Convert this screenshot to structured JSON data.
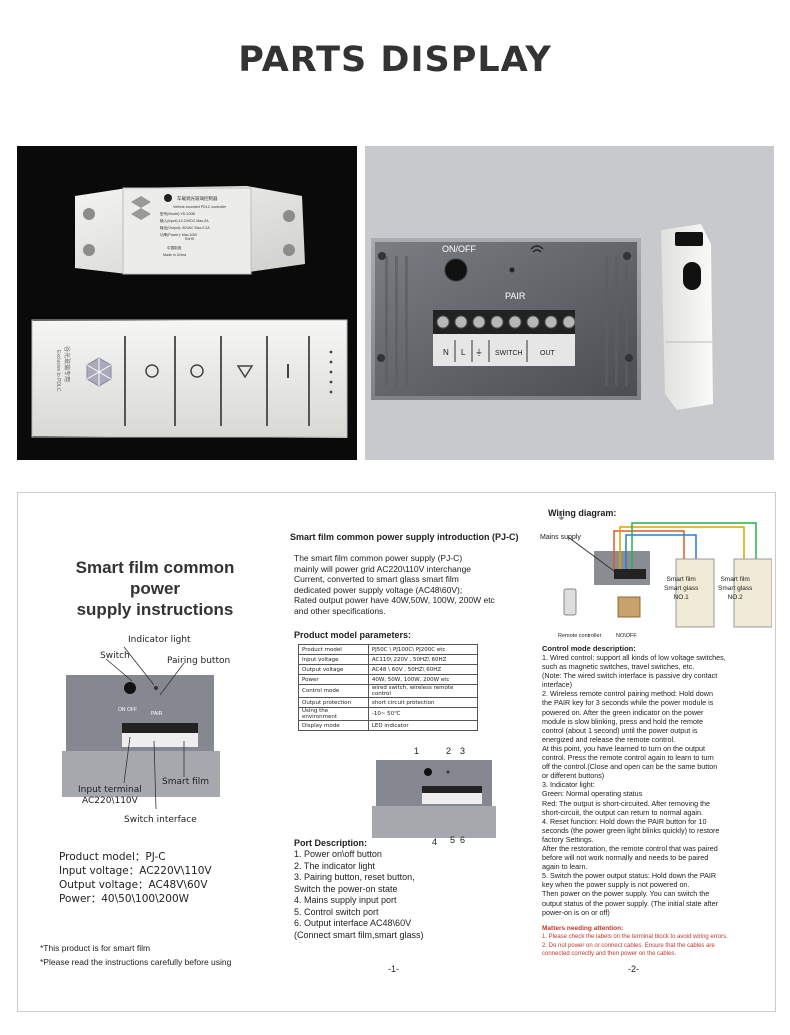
{
  "header": {
    "title": "PARTS DISPLAY"
  },
  "photo1": {
    "controller_label": {
      "line1": "车载调光玻璃控制器",
      "line2": "Vehicle-mounted PDLC controller",
      "line3": "型号(Model):YD-100B",
      "line4": "输入(Input):12-24VDC Max.2A",
      "line5": "输出(Output): 60VAC Max.0.2A",
      "line6": "功率(Power): Max.10W",
      "line7": "中国制造",
      "line8": "Made in China",
      "rohs": "RoHS"
    },
    "remote_brand": "谷光玻璃专用",
    "remote_brand_en": "Exclusive to PDLC"
  },
  "photo2": {
    "on_off": "ON/OFF",
    "pair": "PAIR",
    "terminals": [
      "N",
      "L",
      "⏚",
      "SWITCH",
      "OUT"
    ]
  },
  "booklet": {
    "page1": {
      "title_line1": "Smart film common power",
      "title_line2": "supply instructions",
      "indicator_light": "Indicator light",
      "switch": "Switch",
      "pairing_button": "Pairing button",
      "input_terminal_line1": "Input terminal",
      "input_terminal_line2": "AC220\\110V",
      "smart_film": "Smart film",
      "switch_interface": "Switch interface",
      "device_on_off": "ON OFF",
      "device_pair": "PAIR",
      "specs": [
        "Product model：PJ-C",
        "Input voltage：AC220V\\110V",
        "Output voltage：AC48V\\60V",
        "Power：40\\50\\100\\200W"
      ],
      "note1": "*This product is for smart film",
      "note2": "*Please read the instructions carefully before using",
      "page_number": "-1-"
    },
    "page2": {
      "intro_title": "Smart film common power supply introduction (PJ-C)",
      "intro_lines": [
        "The smart film common power supply (PJ-C)",
        "mainly will power grid AC220\\110V interchange",
        "Current, converted to smart glass smart film",
        "dedicated power supply voltage (AC48\\60V);",
        "Rated output power have 40W,50W, 100W, 200W etc",
        "and other specifications."
      ],
      "params_title": "Product model parameters:",
      "params": [
        [
          "Product model",
          "PJ50C \\ PJ100C\\ PJ200C etc"
        ],
        [
          "Input voltage",
          "AC110\\ 220V , 50HZ\\ 60HZ"
        ],
        [
          "Output voltage",
          "AC48 \\ 60V , 50HZ\\ 60HZ"
        ],
        [
          "Power",
          "40W,   50W,   100W,   200W etc"
        ],
        [
          "Control mode",
          "wired switch, wireless remote control"
        ],
        [
          "Output protection",
          "short circuit protection"
        ],
        [
          "Using the environment",
          "-10~ 50℃"
        ],
        [
          "Display mode",
          "LED indicator"
        ]
      ],
      "callouts_top": [
        "1",
        "2",
        "3"
      ],
      "callouts_bottom": [
        "4",
        "5",
        "6"
      ],
      "port_title": "Port Description:",
      "port_lines": [
        "1. Power on\\off button",
        "2. The indicator light",
        "3. Pairing button, reset button,",
        "    Switch the power-on state",
        "4. Mains supply input port",
        "5. Control switch port",
        "6. Output interface AC48\\60V",
        "    (Connect smart film,smart glass)"
      ],
      "page_number": "-1-"
    },
    "page3": {
      "wiring_title": "Wiring diagram:",
      "mains_supply": "Mains supply",
      "ground_symbol": "⏚",
      "panel1_l1": "Smart film",
      "panel1_l2": "Smart glass",
      "panel1_l3": "NO.1",
      "panel2_l1": "Smart film",
      "panel2_l2": "Smart glass",
      "panel2_l3": "NO.2",
      "remote_controller": "Remote controller",
      "no_off": "NO\\OFF",
      "control_title": "Control mode description:",
      "control_lines": [
        "1. Wired control: support all kinds of low voltage switches,",
        "such as magnetic switches, travel switches, etc.",
        "(Note: The wired switch interface is passive dry contact",
        "interface)",
        "2. Wireless remote control pairing method: Hold down",
        "the PAIR key for 3 seconds while the power module is",
        "powered on. After the green indicator on the power",
        "module is slow blinking, press and hold the remote",
        "control (about 1 second) until the power output is",
        "energized and release the remote control.",
        "At this point, you have learned to turn on the output",
        "control. Press the remote control again to learn to turn",
        "off the control.(Close and open can be the same button",
        " or different buttons)",
        "3. Indicator light:",
        "Green: Normal operating status",
        "Red: The output is short-circuited. After removing the",
        "short-circuit, the output can return to normal again.",
        "4. Reset function: Hold down the PAIR button for 10",
        "seconds (the power green light blinks quickly) to restore",
        " factory Settings.",
        "After the restoration, the remote control that was paired",
        " before will not work normally and needs to be paired",
        "again to learn.",
        "5. Switch the power output status: Hold down the PAIR",
        "key when the power supply is not powered on.",
        "Then power on the power supply. You can switch the",
        "output status of the power supply. (The initial state after",
        "power-on is on or off)"
      ],
      "attention_title": "Matters needing attention:",
      "attention_lines": [
        "1. Please check the labels on the terminal block to avoid wiring errors.",
        "2. Do not power on or connect cables. Ensure that the cables are",
        "    connected correctly and then power on the cables."
      ],
      "page_number": "-2-"
    }
  }
}
